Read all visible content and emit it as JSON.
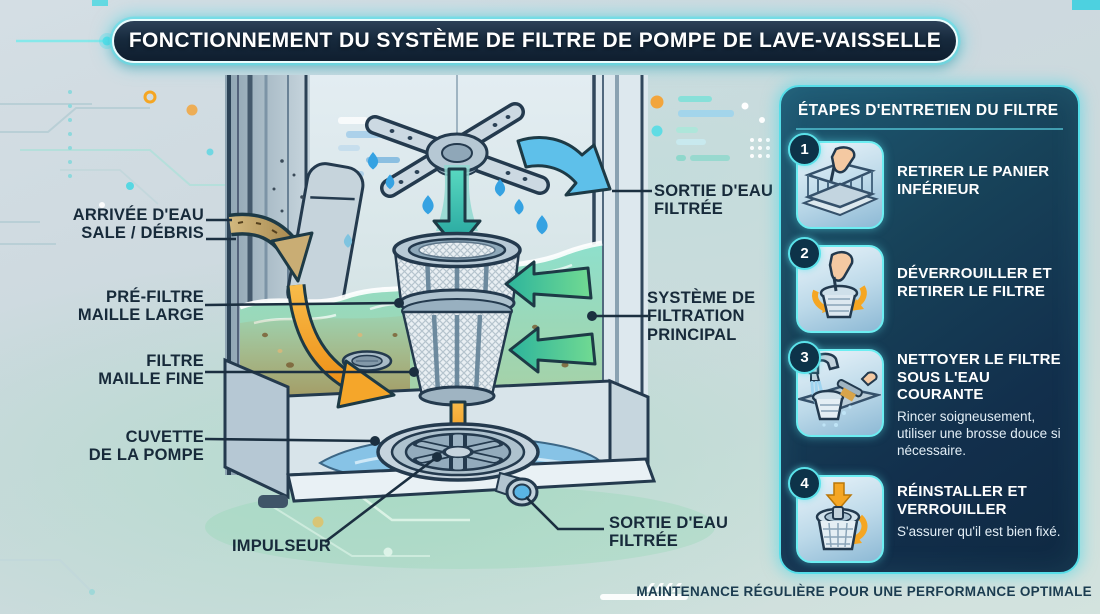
{
  "title": "FONCTIONNEMENT DU SYSTÈME DE FILTRE DE POMPE DE LAVE-VAISSELLE",
  "diagram": {
    "labels": {
      "dirty_inlet": {
        "line1": "ARRIVÉE D'EAU",
        "line2": "SALE / DÉBRIS"
      },
      "pre_filter": {
        "line1": "PRÉ-FILTRE",
        "line2": "MAILLE LARGE"
      },
      "fine_filter": {
        "line1": "FILTRE",
        "line2": "MAILLE FINE"
      },
      "pump_sump": {
        "line1": "CUVETTE",
        "line2": "DE LA POMPE"
      },
      "impeller": {
        "line1": "IMPULSEUR"
      },
      "filtered_outlet_top": {
        "line1": "SORTIE D'EAU",
        "line2": "FILTRÉE"
      },
      "main_filtration": {
        "line1": "SYSTÈME DE",
        "line2": "FILTRATION",
        "line3": "PRINCIPAL"
      },
      "filtered_outlet_bottom": {
        "line1": "SORTIE D'EAU",
        "line2": "FILTRÉE"
      }
    },
    "icons": [
      "spray-arm",
      "water-drops",
      "dirty-water-arrow",
      "filter-basket-mesh",
      "green-inflow-arrows",
      "teal-down-arrow",
      "blue-outlet-arrow",
      "orange-flow-arrow",
      "pump-sump-basin",
      "impeller-disc",
      "outlet-pipe",
      "drain-cover"
    ]
  },
  "sidebar": {
    "title": "ÉTAPES D'ENTRETIEN DU FILTRE",
    "steps": [
      {
        "number": "1",
        "title": "RETIRER LE PANIER INFÉRIEUR",
        "subtitle": "",
        "icon": "hand-basket-icon"
      },
      {
        "number": "2",
        "title": "DÉVERROUILLER ET RETIRER LE FILTRE",
        "subtitle": "",
        "icon": "twist-unlock-filter-icon"
      },
      {
        "number": "3",
        "title": "NETTOYER LE FILTRE SOUS L'EAU COURANTE",
        "subtitle": "Rincer soigneusement, utiliser une brosse douce si nécessaire.",
        "icon": "rinse-under-tap-icon"
      },
      {
        "number": "4",
        "title": "RÉINSTALLER ET VERROUILLER",
        "subtitle": "S'assurer qu'il est bien fixé.",
        "icon": "reinstall-lock-icon"
      }
    ]
  },
  "footer": {
    "text": "MAINTENANCE RÉGULIÈRE POUR UNE PERFORMANCE OPTIMALE"
  },
  "colors": {
    "accent_cyan": "#4fd8e2",
    "panel_navy": "#123450",
    "banner_navy": "#16293c",
    "label_dark": "#172a3a",
    "arrow_orange": "#f5a623",
    "arrow_green": "#3fc290",
    "arrow_blue": "#56b8e8",
    "arrow_teal": "#2fb8ab",
    "water_teal": "#7fd8c8",
    "dirty_tan": "#b99a63"
  }
}
